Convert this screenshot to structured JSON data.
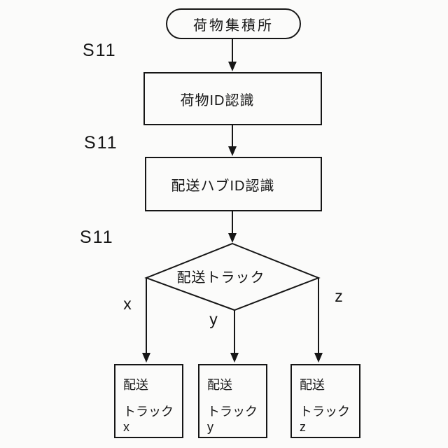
{
  "figure": {
    "background_color": "#fbfbfa",
    "line_color": "#161616"
  },
  "flowchart": {
    "start_node": {
      "label": "荷物集積所"
    },
    "process_nodes": [
      {
        "step_label": "S11",
        "label": "荷物ID認識"
      },
      {
        "step_label": "S11",
        "label": "配送ハブID認識"
      }
    ],
    "decision_node": {
      "step_label": "S11",
      "label": "配送トラック"
    },
    "branches": [
      {
        "label": "x",
        "box_line1": "配送",
        "box_line2": "トラックx"
      },
      {
        "label": "y",
        "box_line1": "配送",
        "box_line2": "トラックy"
      },
      {
        "label": "z",
        "box_line1": "配送",
        "box_line2": "トラックz"
      }
    ]
  }
}
